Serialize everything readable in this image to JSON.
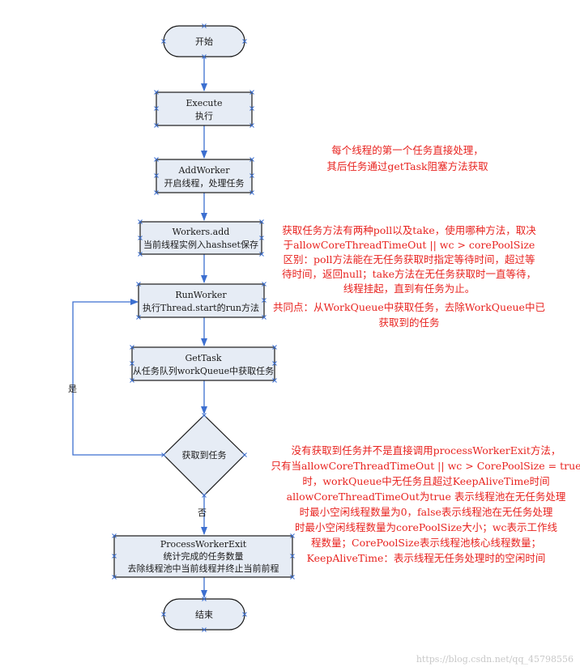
{
  "nodes": {
    "start": {
      "label": "开始"
    },
    "execute": {
      "line1": "Execute",
      "line2": "执行"
    },
    "addworker": {
      "line1": "AddWorker",
      "line2": "开启线程，处理任务"
    },
    "workers_add": {
      "line1": "Workers.add",
      "line2": "当前线程实例入hashset保存"
    },
    "runworker": {
      "line1": "RunWorker",
      "line2": "执行Thread.start的run方法"
    },
    "gettask": {
      "line1": "GetTask",
      "line2": "从任务队列workQueue中获取任务"
    },
    "decision": {
      "label": "获取到任务"
    },
    "process_exit": {
      "line1": "ProcessWorkerExit",
      "line2": "统计完成的任务数量",
      "line3": "去除线程池中当前线程并终止当前前程"
    },
    "end": {
      "label": "结束"
    }
  },
  "edge_labels": {
    "yes": "是",
    "no": "否"
  },
  "notes": {
    "note1": [
      "每个线程的第一个任务直接处理，",
      "其后任务通过getTask阻塞方法获取"
    ],
    "note2": [
      "获取任务方法有两种poll以及take，使用哪种方法，取决",
      "于allowCoreThreadTimeOut || wc > corePoolSize",
      "区别：poll方法能在无任务获取时指定等待时间，超过等",
      "待时间，返回null；take方法在无任务获取时一直等待，",
      "线程挂起，直到有任务为止。",
      "共同点：从WorkQueue中获取任务，去除WorkQueue中已",
      "获取到的任务"
    ],
    "note3": [
      "没有获取到任务并不是直接调用processWorkerExit方法，",
      "只有当allowCoreThreadTimeOut || wc > CorePoolSize = true",
      "时，workQueue中无任务且超过KeepAliveTime时间",
      "allowCoreThreadTimeOut为true 表示线程池在无任务处理",
      "时最小空闲线程数量为0，false表示线程池在无任务处理",
      "时最小空闲线程数量为corePoolSize大小；wc表示工作线",
      "程数量；CorePoolSize表示线程池核心线程数量；",
      "KeepAliveTime：表示线程无任务处理时的空闲时间"
    ]
  },
  "watermark": "https://blog.csdn.net/qq_45798556",
  "colors": {
    "box_fill": "#e6ecf5",
    "arrow": "#3c6fd0",
    "note": "#e8231f"
  }
}
